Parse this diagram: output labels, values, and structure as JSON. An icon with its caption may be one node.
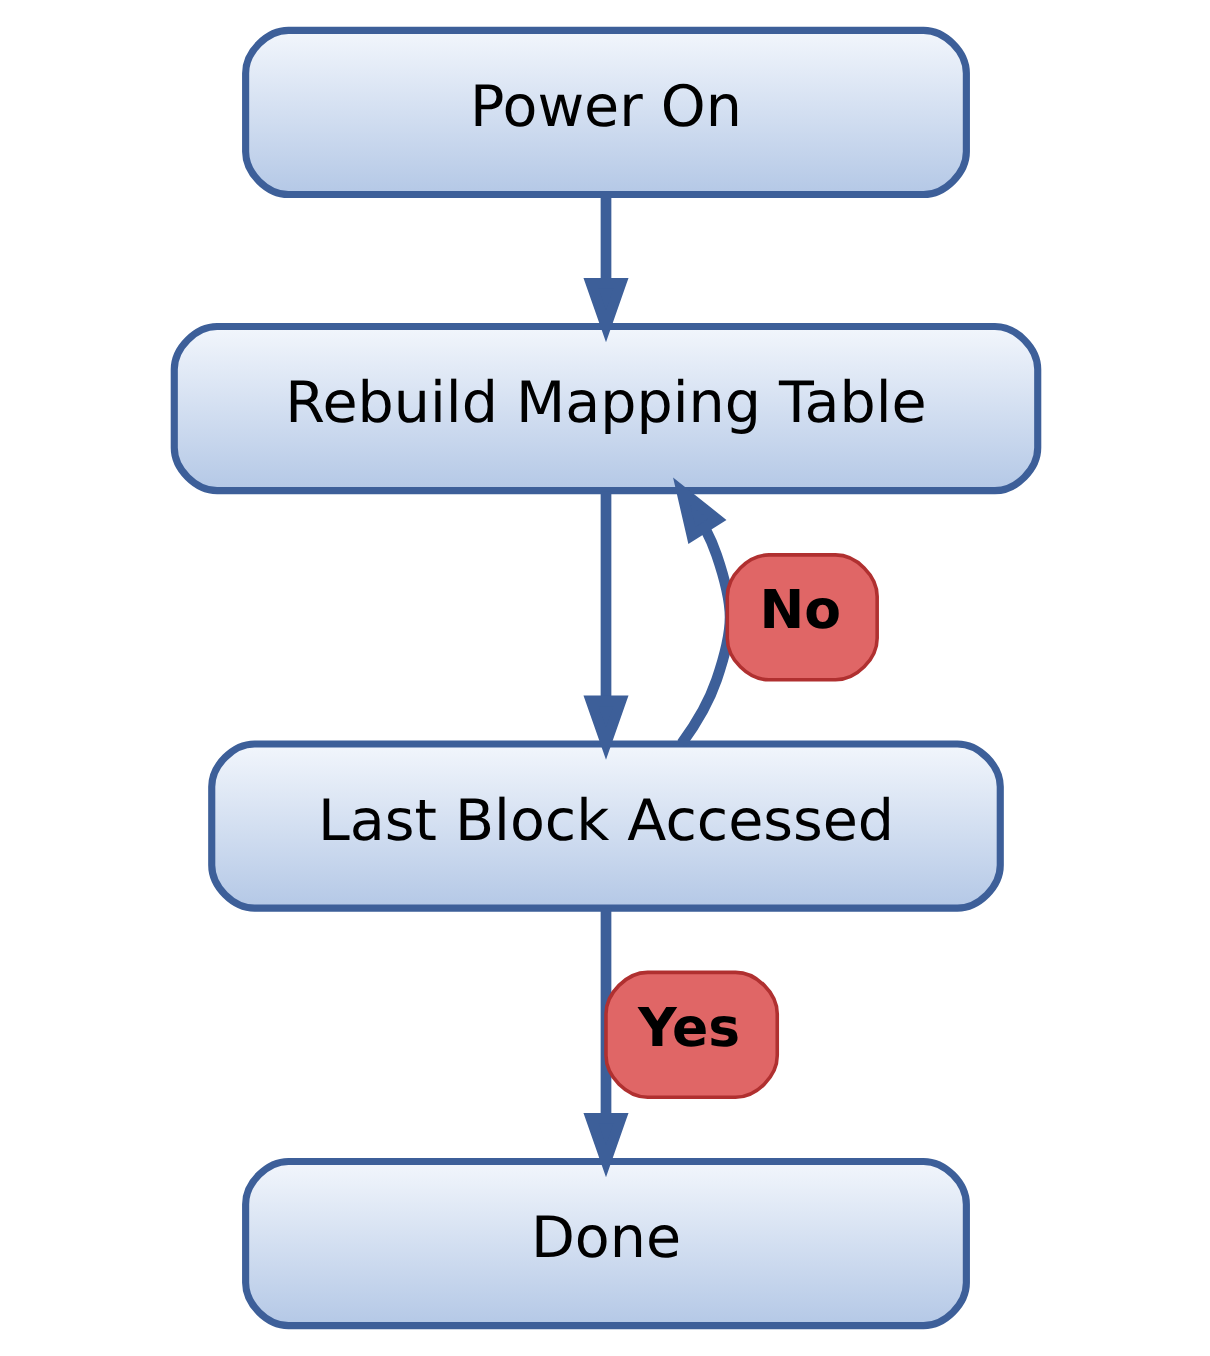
{
  "diagram": {
    "nodes": [
      {
        "text": [
          "Power On"
        ]
      },
      {
        "text": [
          "Rebuild Mapping Table"
        ]
      },
      {
        "text": [
          "Last Block Accessed"
        ]
      },
      {
        "text": [
          "Done"
        ]
      }
    ],
    "edges": [
      {
        "from": 0,
        "to": 1,
        "arrow": "to"
      },
      {
        "from": 1,
        "to": 2,
        "arrow": "to"
      },
      {
        "from": 2,
        "to": 1,
        "arrow": "to",
        "label": "No"
      },
      {
        "from": 2,
        "to": 3,
        "arrow": "to",
        "label": "Yes"
      }
    ]
  }
}
